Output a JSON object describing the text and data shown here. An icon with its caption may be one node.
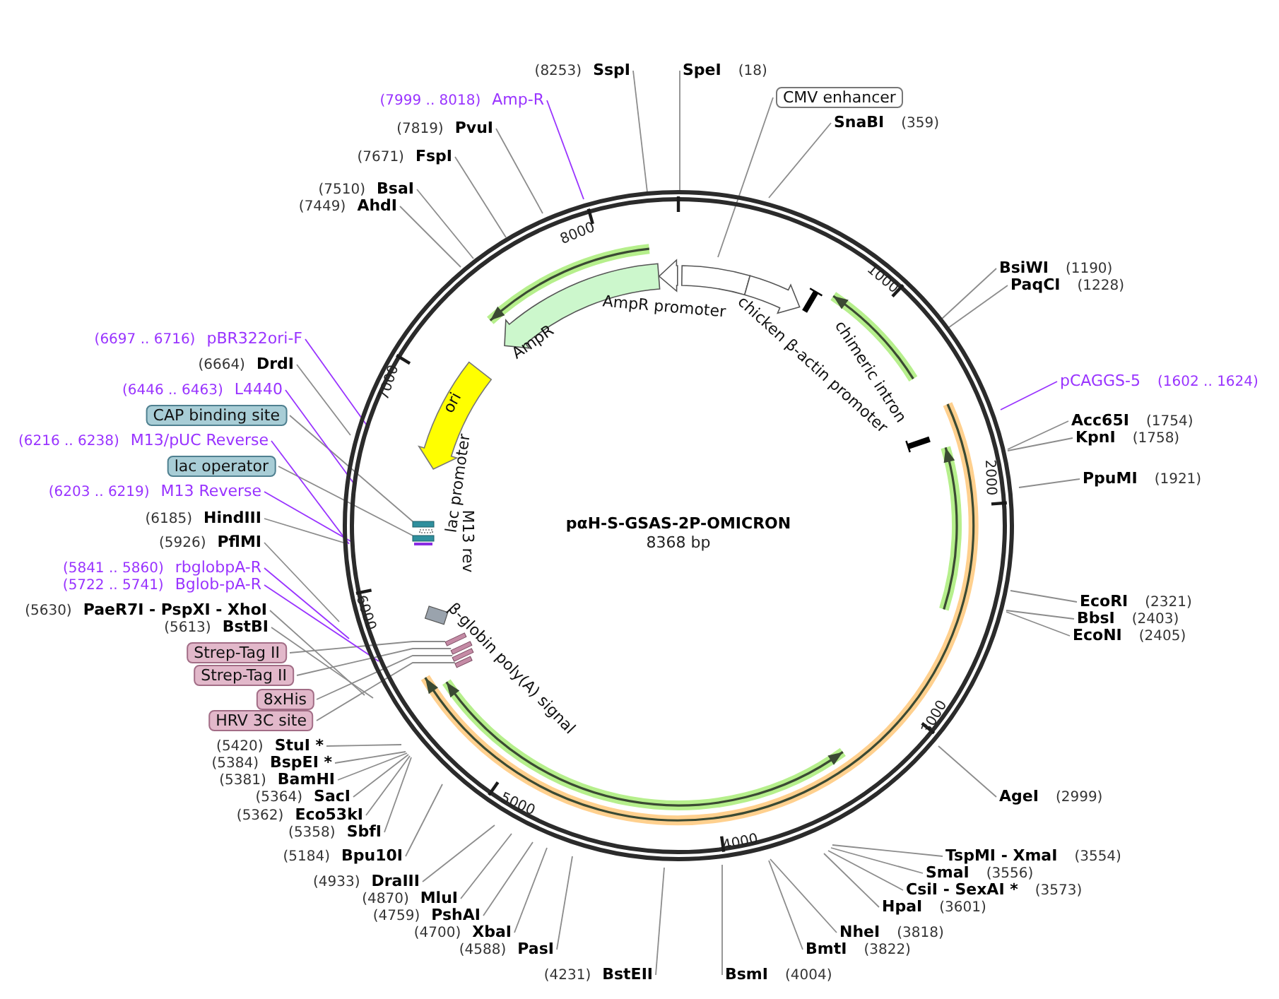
{
  "diagram": {
    "title": "pαH-S-GSAS-2P-OMICRON",
    "nodes": [
      {
        "text": [
          "(8253)",
          "SspI"
        ]
      },
      {
        "text": [
          "SpeI",
          "(18)"
        ]
      },
      {
        "text": [
          "CMV enhancer"
        ]
      },
      {
        "text": [
          "SnaBI",
          "(359)"
        ]
      },
      {
        "text": [
          "BsiWI",
          "(1190)"
        ]
      },
      {
        "text": [
          "PaqCI",
          "(1228)"
        ]
      },
      {
        "text": [
          "pCAGGS-5",
          "(1602 .. 1624)"
        ]
      },
      {
        "text": [
          "Acc65I",
          "(1754)"
        ]
      },
      {
        "text": [
          "KpnI",
          "(1758)"
        ]
      },
      {
        "text": [
          "PpuMI",
          "(1921)"
        ]
      },
      {
        "text": [
          "EcoRI",
          "(2321)"
        ]
      },
      {
        "text": [
          "BbsI",
          "(2403)"
        ]
      },
      {
        "text": [
          "EcoNI",
          "(2405)"
        ]
      },
      {
        "text": [
          "AgeI",
          "(2999)"
        ]
      },
      {
        "text": [
          "TspMI - XmaI",
          "(3554)"
        ]
      },
      {
        "text": [
          "SmaI",
          "(3556)"
        ]
      },
      {
        "text": [
          "CsiI - SexAI *",
          "(3573)"
        ]
      },
      {
        "text": [
          "HpaI",
          "(3601)"
        ]
      },
      {
        "text": [
          "NheI",
          "(3818)"
        ]
      },
      {
        "text": [
          "BmtI",
          "(3822)"
        ]
      },
      {
        "text": [
          "BsmI",
          "(4004)"
        ]
      },
      {
        "text": [
          "(4231)",
          "BstEII"
        ]
      },
      {
        "text": [
          "(4588)",
          "PasI"
        ]
      },
      {
        "text": [
          "(4700)",
          "XbaI"
        ]
      },
      {
        "text": [
          "(4759)",
          "PshAI"
        ]
      },
      {
        "text": [
          "(4870)",
          "MluI"
        ]
      },
      {
        "text": [
          "(4933)",
          "DraIII"
        ]
      },
      {
        "text": [
          "(5184)",
          "Bpu10I"
        ]
      },
      {
        "text": [
          "(5358)",
          "SbfI"
        ]
      },
      {
        "text": [
          "(5362)",
          "Eco53kI"
        ]
      },
      {
        "text": [
          "(5364)",
          "SacI"
        ]
      },
      {
        "text": [
          "(5381)",
          "BamHI"
        ]
      },
      {
        "text": [
          "(5384)",
          "BspEI *"
        ]
      },
      {
        "text": [
          "(5420)",
          "StuI *"
        ]
      },
      {
        "text": [
          "HRV 3C site"
        ]
      },
      {
        "text": [
          "8xHis"
        ]
      },
      {
        "text": [
          "Strep-Tag II"
        ]
      },
      {
        "text": [
          "Strep-Tag II"
        ]
      },
      {
        "text": [
          "(5613)",
          "BstBI"
        ]
      },
      {
        "text": [
          "(5630)",
          "PaeR7I - PspXI - XhoI"
        ]
      },
      {
        "text": [
          "(5722 .. 5741)",
          "Bglob-pA-R"
        ]
      },
      {
        "text": [
          "(5841 .. 5860)",
          "rbglobpA-R"
        ]
      },
      {
        "text": [
          "(5926)",
          "PflMI"
        ]
      },
      {
        "text": [
          "(6185)",
          "HindIII"
        ]
      },
      {
        "text": [
          "(6203 .. 6219)",
          "M13 Reverse"
        ]
      },
      {
        "text": [
          "lac operator"
        ]
      },
      {
        "text": [
          "(6216 .. 6238)",
          "M13/pUC Reverse"
        ]
      },
      {
        "text": [
          "CAP binding site"
        ]
      },
      {
        "text": [
          "(6446 .. 6463)",
          "L4440"
        ]
      },
      {
        "text": [
          "(6664)",
          "DrdI"
        ]
      },
      {
        "text": [
          "(6697 .. 6716)",
          "pBR322ori-F"
        ]
      },
      {
        "text": [
          "(7449)",
          "AhdI"
        ]
      },
      {
        "text": [
          "(7510)",
          "BsaI"
        ]
      },
      {
        "text": [
          "(7671)",
          "FspI"
        ]
      },
      {
        "text": [
          "(7819)",
          "PvuI"
        ]
      },
      {
        "text": [
          "(7999 .. 8018)",
          "Amp-R"
        ]
      },
      {
        "text": [],
        "shape": "bar"
      },
      {
        "text": [],
        "shape": "bar"
      },
      {
        "text": [],
        "shape": "bar"
      },
      {
        "text": [],
        "shape": "bar"
      },
      {
        "text": [],
        "shape": "bar"
      },
      {
        "text": [],
        "shape": "bar"
      }
    ],
    "edges": [
      {
        "from": 0,
        "to": null,
        "arrow": "none"
      },
      {
        "from": 1,
        "to": null,
        "arrow": "none"
      },
      {
        "from": 2,
        "to": null,
        "arrow": "none"
      },
      {
        "from": 3,
        "to": null,
        "arrow": "none"
      },
      {
        "from": 4,
        "to": null,
        "arrow": "none"
      },
      {
        "from": 5,
        "to": null,
        "arrow": "none"
      },
      {
        "from": 6,
        "to": null,
        "arrow": "none",
        "color": "#9933ff"
      },
      {
        "from": 7,
        "to": null,
        "arrow": "none"
      },
      {
        "from": 8,
        "to": null,
        "arrow": "none"
      },
      {
        "from": 9,
        "to": null,
        "arrow": "none"
      },
      {
        "from": 10,
        "to": null,
        "arrow": "none"
      },
      {
        "from": 11,
        "to": null,
        "arrow": "none"
      },
      {
        "from": 12,
        "to": null,
        "arrow": "none"
      },
      {
        "from": 13,
        "to": null,
        "arrow": "none"
      },
      {
        "from": 14,
        "to": null,
        "arrow": "none"
      },
      {
        "from": 15,
        "to": null,
        "arrow": "none"
      },
      {
        "from": 16,
        "to": null,
        "arrow": "none"
      },
      {
        "from": 17,
        "to": null,
        "arrow": "none"
      },
      {
        "from": 18,
        "to": null,
        "arrow": "none"
      },
      {
        "from": 19,
        "to": null,
        "arrow": "none"
      },
      {
        "from": 20,
        "to": null,
        "arrow": "none"
      },
      {
        "from": 21,
        "to": null,
        "arrow": "none"
      },
      {
        "from": 22,
        "to": null,
        "arrow": "none"
      },
      {
        "from": 23,
        "to": null,
        "arrow": "none"
      },
      {
        "from": 24,
        "to": null,
        "arrow": "none"
      },
      {
        "from": 25,
        "to": null,
        "arrow": "none"
      },
      {
        "from": 26,
        "to": null,
        "arrow": "none"
      },
      {
        "from": 27,
        "to": null,
        "arrow": "none"
      },
      {
        "from": 28,
        "to": null,
        "arrow": "none"
      },
      {
        "from": 29,
        "to": null,
        "arrow": "none"
      },
      {
        "from": 30,
        "to": null,
        "arrow": "none"
      },
      {
        "from": 31,
        "to": null,
        "arrow": "none"
      },
      {
        "from": 32,
        "to": null,
        "arrow": "none"
      },
      {
        "from": 33,
        "to": null,
        "arrow": "none"
      },
      {
        "from": 34,
        "to": 61,
        "arrow": "none"
      },
      {
        "from": 35,
        "to": 60,
        "arrow": "none"
      },
      {
        "from": 36,
        "to": 59,
        "arrow": "none"
      },
      {
        "from": 37,
        "to": 58,
        "arrow": "none"
      },
      {
        "from": 38,
        "to": null,
        "arrow": "none"
      },
      {
        "from": 39,
        "to": null,
        "arrow": "none"
      },
      {
        "from": 40,
        "to": null,
        "arrow": "none",
        "color": "#9933ff"
      },
      {
        "from": 41,
        "to": null,
        "arrow": "none",
        "color": "#9933ff"
      },
      {
        "from": 42,
        "to": null,
        "arrow": "none"
      },
      {
        "from": 43,
        "to": null,
        "arrow": "none"
      },
      {
        "from": 44,
        "to": null,
        "arrow": "none",
        "color": "#9933ff"
      },
      {
        "from": 45,
        "to": 57,
        "arrow": "none"
      },
      {
        "from": 46,
        "to": null,
        "arrow": "none",
        "color": "#9933ff"
      },
      {
        "from": 47,
        "to": 56,
        "arrow": "none"
      },
      {
        "from": 48,
        "to": null,
        "arrow": "none",
        "color": "#9933ff"
      },
      {
        "from": 49,
        "to": null,
        "arrow": "none"
      },
      {
        "from": 50,
        "to": null,
        "arrow": "none",
        "color": "#9933ff"
      },
      {
        "from": 51,
        "to": null,
        "arrow": "none"
      },
      {
        "from": 52,
        "to": null,
        "arrow": "none"
      },
      {
        "from": 53,
        "to": null,
        "arrow": "none"
      },
      {
        "from": 54,
        "to": null,
        "arrow": "none"
      },
      {
        "from": 55,
        "to": null,
        "arrow": "none",
        "color": "#9933ff"
      }
    ],
    "labels": [
      "8000",
      "AmpR promoter",
      "1000",
      "chicken β-actin promoter",
      "chimeric intron",
      "AmpR",
      "7000",
      "ori",
      "2000",
      "lac promoter",
      "8368 bp",
      "M13 rev",
      "6000",
      "β-globin poly(A) signal",
      "3000",
      "5000",
      "4000"
    ]
  }
}
